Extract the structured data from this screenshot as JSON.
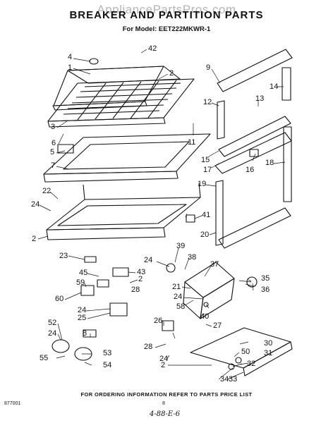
{
  "header": {
    "watermark": "AppliancePartsPros.com",
    "title": "BREAKER AND PARTITION PARTS",
    "model_label": "For Model: EET222MKWR-1"
  },
  "footer": {
    "ordering_note": "FOR ORDERING INFORMATION REFER TO PARTS PRICE LIST",
    "document_number": "877001",
    "page_number": "8",
    "handwritten_note": "4-88-E-6"
  },
  "callouts": [
    {
      "id": "4a",
      "text": "4"
    },
    {
      "id": "1",
      "text": "1"
    },
    {
      "id": "42",
      "text": "42"
    },
    {
      "id": "2a",
      "text": "2"
    },
    {
      "id": "9",
      "text": "9"
    },
    {
      "id": "14",
      "text": "14"
    },
    {
      "id": "13",
      "text": "13"
    },
    {
      "id": "12",
      "text": "12"
    },
    {
      "id": "3",
      "text": "3"
    },
    {
      "id": "6",
      "text": "6"
    },
    {
      "id": "11",
      "text": "11"
    },
    {
      "id": "5",
      "text": "5"
    },
    {
      "id": "15",
      "text": "15"
    },
    {
      "id": "7",
      "text": "7"
    },
    {
      "id": "17",
      "text": "17"
    },
    {
      "id": "16",
      "text": "16"
    },
    {
      "id": "18",
      "text": "18"
    },
    {
      "id": "19",
      "text": "19"
    },
    {
      "id": "22",
      "text": "22"
    },
    {
      "id": "24a",
      "text": "24"
    },
    {
      "id": "41",
      "text": "41"
    },
    {
      "id": "20",
      "text": "20"
    },
    {
      "id": "2b",
      "text": "2"
    },
    {
      "id": "23",
      "text": "23"
    },
    {
      "id": "39",
      "text": "39"
    },
    {
      "id": "24b",
      "text": "24"
    },
    {
      "id": "38",
      "text": "38"
    },
    {
      "id": "37",
      "text": "37"
    },
    {
      "id": "45",
      "text": "45"
    },
    {
      "id": "43",
      "text": "43"
    },
    {
      "id": "59",
      "text": "59"
    },
    {
      "id": "2c",
      "text": "2"
    },
    {
      "id": "28a",
      "text": "28"
    },
    {
      "id": "21",
      "text": "21"
    },
    {
      "id": "35",
      "text": "35"
    },
    {
      "id": "60",
      "text": "60"
    },
    {
      "id": "24c",
      "text": "24"
    },
    {
      "id": "36",
      "text": "36"
    },
    {
      "id": "24d",
      "text": "24"
    },
    {
      "id": "58",
      "text": "58"
    },
    {
      "id": "25",
      "text": "25"
    },
    {
      "id": "40",
      "text": "40"
    },
    {
      "id": "52",
      "text": "52"
    },
    {
      "id": "26",
      "text": "26"
    },
    {
      "id": "27",
      "text": "27"
    },
    {
      "id": "24e",
      "text": "24"
    },
    {
      "id": "8",
      "text": "8"
    },
    {
      "id": "30",
      "text": "30"
    },
    {
      "id": "28b",
      "text": "28"
    },
    {
      "id": "53",
      "text": "53"
    },
    {
      "id": "50",
      "text": "50"
    },
    {
      "id": "31",
      "text": "31"
    },
    {
      "id": "55",
      "text": "55"
    },
    {
      "id": "24f",
      "text": "24"
    },
    {
      "id": "54",
      "text": "54"
    },
    {
      "id": "2d",
      "text": "2"
    },
    {
      "id": "32",
      "text": "32"
    },
    {
      "id": "34",
      "text": "34"
    },
    {
      "id": "33",
      "text": "33"
    }
  ]
}
